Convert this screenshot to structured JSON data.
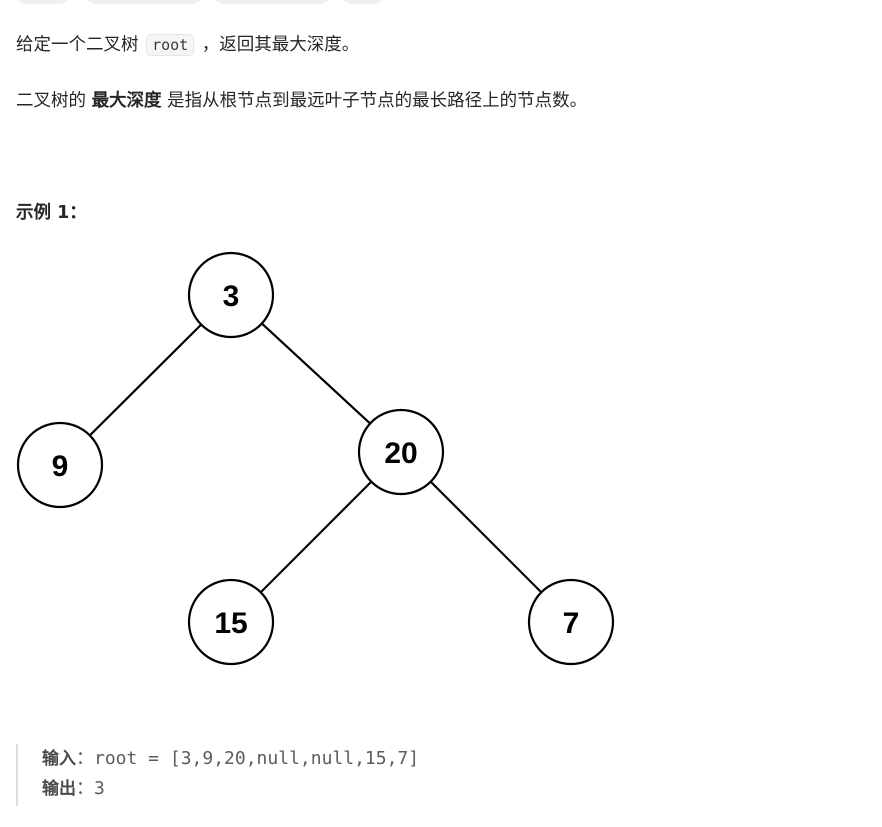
{
  "problem": {
    "line1_before": "给定一个二叉树 ",
    "line1_code": "root",
    "line1_after": " ，返回其最大深度。",
    "line2_before": "二叉树的 ",
    "line2_bold": "最大深度",
    "line2_after": " 是指从根节点到最远叶子节点的最长路径上的节点数。"
  },
  "example": {
    "title": "示例 1：",
    "tree_nodes": [
      "3",
      "9",
      "20",
      "15",
      "7"
    ],
    "input_label": "输入",
    "input_value": "：root = [3,9,20,null,null,15,7]",
    "output_label": "输出",
    "output_value": "：3"
  }
}
